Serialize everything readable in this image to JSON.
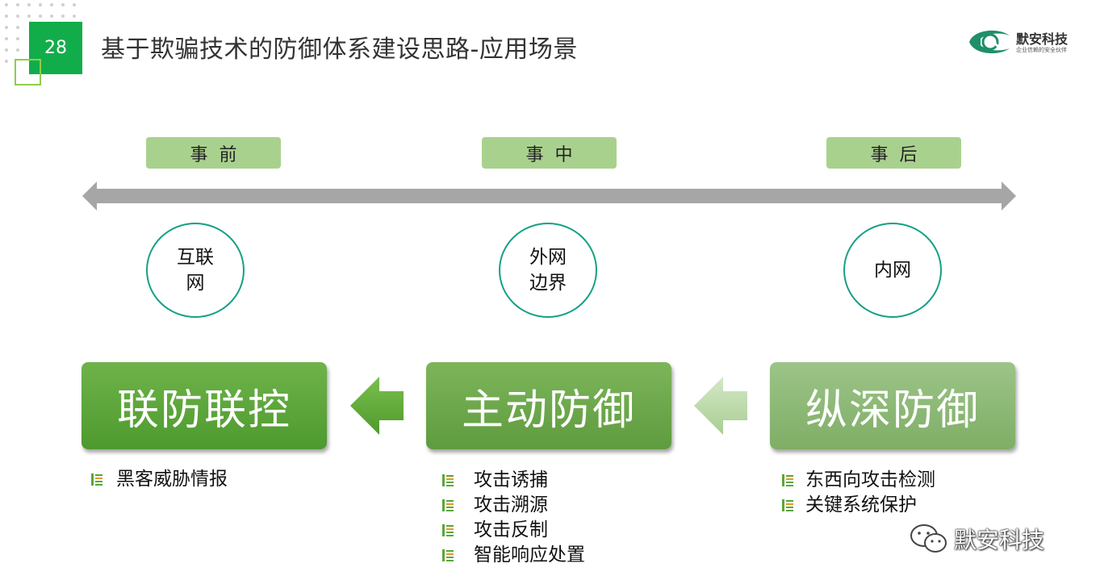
{
  "slide": {
    "page_number": "28",
    "title": "基于欺骗技术的防御体系建设思路-应用场景"
  },
  "logo": {
    "name": "默安科技",
    "tagline": "企业信赖的安全伙伴"
  },
  "timeline": {
    "phases": [
      "事前",
      "事中",
      "事后"
    ]
  },
  "zones": [
    "互联网",
    "外网边界",
    "内网"
  ],
  "strategies": [
    "联防联控",
    "主动防御",
    "纵深防御"
  ],
  "capabilities": {
    "col1": [
      "黑客威胁情报"
    ],
    "col2": [
      "攻击诱捕",
      "攻击溯源",
      "攻击反制",
      "智能响应处置"
    ],
    "col3": [
      "东西向攻击检测",
      "关键系统保护"
    ]
  },
  "watermark": {
    "text": "默安科技"
  },
  "colors": {
    "page_num_bg": "#11ad4b",
    "phase_bg": "#a9d18e",
    "circle_border": "#16a085",
    "timeline": "#a6a6a6"
  }
}
